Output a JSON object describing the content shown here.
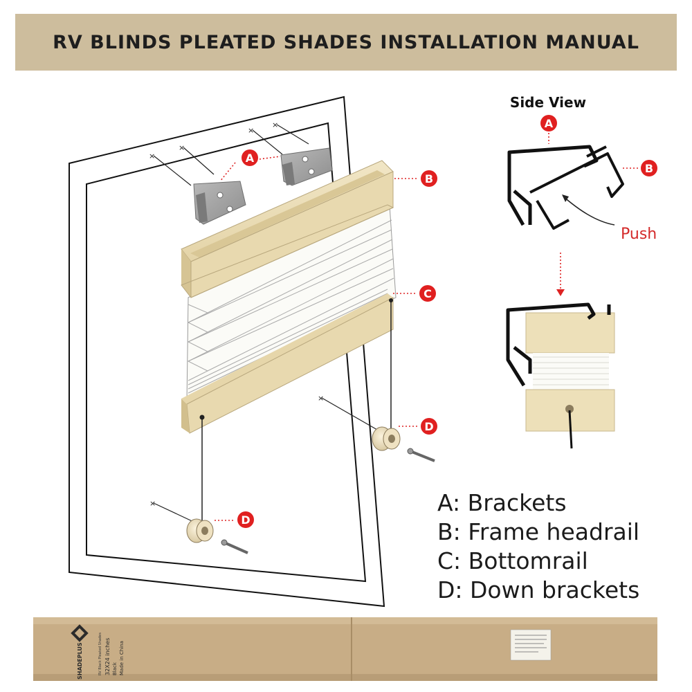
{
  "header": {
    "title": "RV BLINDS PLEATED SHADES INSTALLATION MANUAL"
  },
  "side_view": {
    "title": "Side View",
    "push_label": "Push"
  },
  "markers": {
    "a": "A",
    "b": "B",
    "c": "C",
    "d": "D"
  },
  "legend": [
    {
      "text": "A: Brackets"
    },
    {
      "text": "B: Frame headrail"
    },
    {
      "text": "C: Bottomrail"
    },
    {
      "text": "D: Down brackets"
    }
  ],
  "package": {
    "brand": "SHADEPLUS",
    "line1": "RV Black Pleated Shades",
    "line2": "32X24 inches",
    "line3": "Black",
    "line4": "Made in China"
  },
  "colors": {
    "banner": "#cdbd9d",
    "rail": "#ede0b9",
    "marker": "#e02020",
    "push": "#d42a2a",
    "box": "#c8ad86"
  }
}
